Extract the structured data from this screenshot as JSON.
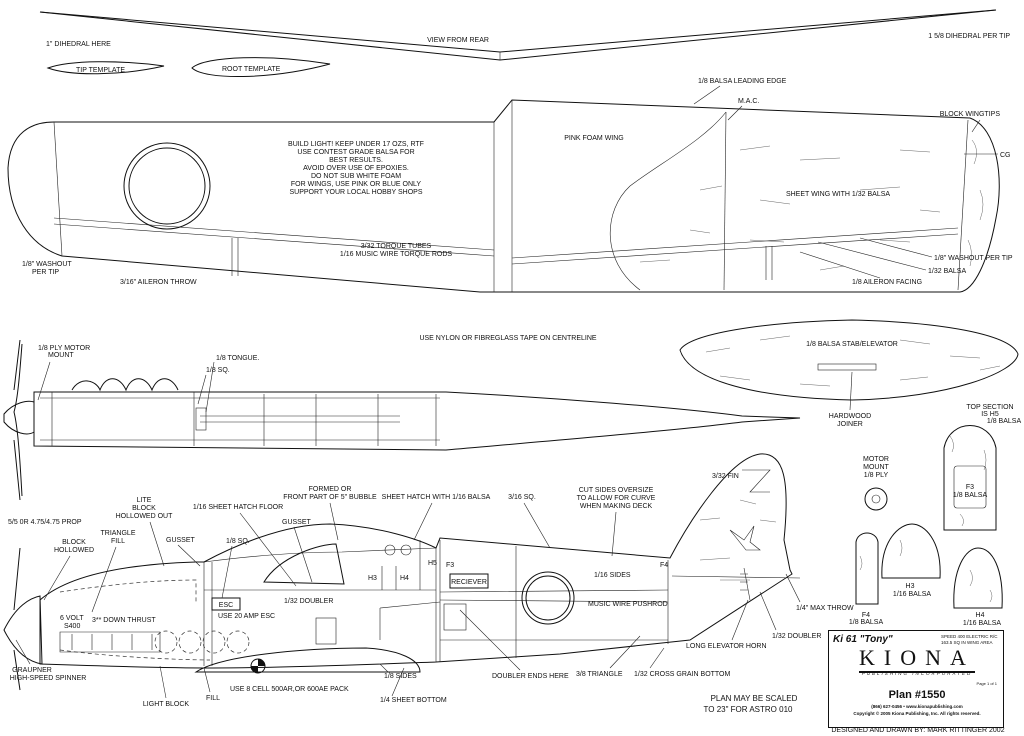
{
  "labels": {
    "dihedral_here": "1\" DIHEDRAL HERE",
    "view_from_rear": "VIEW FROM REAR",
    "dihedral_per_tip": "1 5/8 DIHEDRAL PER TIP",
    "tip_template": "TIP TEMPLATE",
    "root_template": "ROOT TEMPLATE",
    "leading_edge": "1/8 BALSA LEADING EDGE",
    "mac": "M.A.C.",
    "block_wingtips": "BLOCK WINGTIPS",
    "cg": "CG",
    "pink_foam_wing": "PINK FOAM WING",
    "sheet_wing": "SHEET WING WITH 1/32 BALSA",
    "build_notes": [
      "BUILD LIGHT! KEEP UNDER 17 OZS, RTF",
      "USE CONTEST GRADE BALSA FOR",
      "BEST RESULTS.",
      "AVOID OVER USE OF EPOXIES.",
      "DO NOT SUB WHITE FOAM",
      "FOR WINGS, USE PINK OR BLUE ONLY",
      "SUPPORT YOUR LOCAL HOBBY SHOPS"
    ],
    "torque_tubes": "3/32 TORQUE TUBES",
    "torque_rods": "1/16 MUSIC WIRE TORQUE RODS",
    "washout_left_1": "1/8\" WASHOUT",
    "washout_left_2": "PER TIP",
    "aileron_throw": "3/16\" AILERON THROW",
    "washout_right": "1/8\" WASHOUT PER TIP",
    "balsa_132": "1/32 BALSA",
    "aileron_facing": "1/8 AILERON FACING",
    "nylon_tape": "USE NYLON OR FIBREGLASS TAPE ON CENTRELINE",
    "ply_motor_mount_1": "1/8 PLY MOTOR",
    "ply_motor_mount_2": "MOUNT",
    "tongue": "1/8 TONGUE.",
    "sq_18": "1/8 SQ.",
    "stab": "1/8 BALSA STAB/ELEVATOR",
    "hardwood_joiner_1": "HARDWOOD",
    "hardwood_joiner_2": "JOINER",
    "top_section_1": "TOP SECTION",
    "top_section_2": "IS H5",
    "top_section_3": "1/8 BALSA",
    "motor_mount_1": "MOTOR",
    "motor_mount_2": "MOUNT",
    "motor_mount_3": "1/8 PLY",
    "f3_1": "F3",
    "f3_2": "1/8 BALSA",
    "fin": "3/32 FIN",
    "cut_sides_1": "CUT SIDES OVERSIZE",
    "cut_sides_2": "TO ALLOW FOR CURVE",
    "cut_sides_3": "WHEN MAKING DECK",
    "formed_1": "FORMED OR",
    "formed_2": "FRONT PART OF 5\" BUBBLE",
    "sheet_hatch": "SHEET HATCH WITH 1/16 BALSA",
    "sq_316": "3/16  SQ.",
    "lite_block_1": "LITE",
    "lite_block_2": "BLOCK",
    "lite_block_3": "HOLLOWED OUT",
    "hatch_floor": "1/16 SHEET HATCH FLOOR",
    "gusset_top": "GUSSET",
    "prop": "5/5 0R 4.75/4.75 PROP",
    "block_hollowed_1": "BLOCK",
    "block_hollowed_2": "HOLLOWED",
    "triangle_fill_1": "TRIANGLE",
    "triangle_fill_2": "FILL",
    "gusset_left": "GUSSET",
    "sq_18b": "1/8 SQ.",
    "h3": "H3",
    "h4": "H4",
    "h5": "H5",
    "f3": "F3",
    "f4": "F4",
    "reciever": "RECIEVER",
    "esc": "ESC",
    "doubler": "1/32 DOUBLER",
    "use_esc": "USE 20 AMP ESC",
    "volt_1": "6 VOLT",
    "volt_2": "S400",
    "down_thrust": "3** DOWN THRUST",
    "sides_116": "1/16 SIDES",
    "pushrod": "MUSIC WIRE PUSHROD",
    "max_throw": "1/4\" MAX THROW",
    "elevator_horn": "LONG ELEVATOR HORN",
    "doubler_right": "1/32 DOUBLER",
    "graupner_1": "GRAUPNER",
    "graupner_2": "HIGH-SPEED SPINNER",
    "light_block": "LIGHT BLOCK",
    "fill": "FILL",
    "cell_pack": "USE 8 CELL 500AR,OR 600AE PACK",
    "sides_18": "1/8 SIDES",
    "sheet_bottom": "1/4 SHEET BOTTOM",
    "doubler_ends": "DOUBLER ENDS HERE",
    "triangle_38": "3/8 TRIANGLE",
    "cross_grain": "1/32 CROSS GRAIN BOTTOM",
    "scaled_1": "PLAN MAY BE SCALED",
    "scaled_2": "TO 23\"  FOR ASTRO 010",
    "f4_part_1": "F4",
    "f4_part_2": "1/8 BALSA",
    "h3_part_1": "H3",
    "h3_part_2": "1/16 BALSA",
    "h4_part_1": "H4",
    "h4_part_2": "1/16 BALSA",
    "designer": "DESIGNED AND DRAWN BY: MARK RITTINGER 2002"
  },
  "title_block": {
    "model": "Ki 61 \"Tony\"",
    "spec_1": "SPEED 400 ELECTRIC R/C",
    "spec_2": "163.5 SQ IN WING AREA",
    "brand": "KIONA",
    "tagline": "PUBLISHING INCORPORATED",
    "page": "Page 1 of 1",
    "plan": "Plan #1550",
    "phone": "(866) 627-0456 • www.kionapublishing.com",
    "copyright": "Copyright © 2005 Kiona Publishing, Inc. All rights reserved."
  }
}
